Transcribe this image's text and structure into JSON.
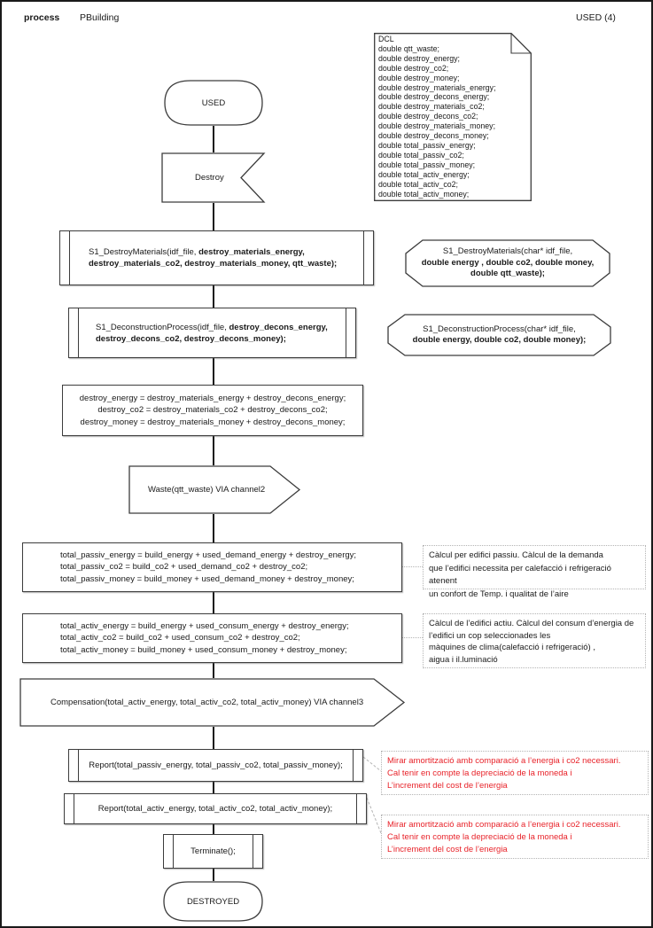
{
  "header": {
    "kind_label": "process",
    "process_name": "PBuilding",
    "usage_badge": "USED (4)"
  },
  "dcl": {
    "lines": [
      "DCL",
      "double qtt_waste;",
      "double destroy_energy;",
      "double destroy_co2;",
      "double destroy_money;",
      "double destroy_materials_energy;",
      "double destroy_decons_energy;",
      "double destroy_materials_co2;",
      "double destroy_decons_co2;",
      "double destroy_materials_money;",
      "double destroy_decons_money;",
      "double total_passiv_energy;",
      "double total_passiv_co2;",
      "double total_passiv_money;",
      "double total_activ_energy;",
      "double total_activ_co2;",
      "double total_activ_money;"
    ]
  },
  "shapes": {
    "start_state": "USED",
    "input_signal": "Destroy",
    "call_destroy_materials": {
      "seg_normal": "S1_DestroyMaterials(idf_file,",
      "seg_bold_1": "destroy_materials_energy,",
      "seg_bold_2": "destroy_materials_co2, destroy_materials_money, qtt_waste);"
    },
    "decl_destroy_materials": {
      "lines_normal": [
        "S1_DestroyMaterials(char* idf_file,"
      ],
      "lines_bold": [
        "double energy , double co2, double money,",
        "double qtt_waste);"
      ]
    },
    "call_deconstruction": {
      "seg_normal": "S1_DeconstructionProcess(idf_file,",
      "seg_bold_1": "destroy_decons_energy,",
      "seg_bold_2": "destroy_decons_co2, destroy_decons_money);"
    },
    "decl_deconstruction": {
      "lines_normal": [
        "S1_DeconstructionProcess(char* idf_file,"
      ],
      "lines_bold": [
        "double energy, double co2, double money);"
      ]
    },
    "task_destroy_totals": {
      "lines": [
        "destroy_energy = destroy_materials_energy + destroy_decons_energy;",
        "destroy_co2 = destroy_materials_co2 + destroy_decons_co2;",
        "destroy_money = destroy_materials_money + destroy_decons_money;"
      ]
    },
    "output_waste": "Waste(qtt_waste) VIA channel2",
    "task_total_passiv": {
      "lines": [
        "total_passiv_energy = build_energy + used_demand_energy + destroy_energy;",
        "total_passiv_co2 = build_co2 + used_demand_co2 + destroy_co2;",
        "total_passiv_money =  build_money + used_demand_money + destroy_money;"
      ]
    },
    "task_total_activ": {
      "lines": [
        "total_activ_energy = build_energy + used_consum_energy + destroy_energy;",
        "total_activ_co2 =  build_co2 + used_consum_co2 + destroy_co2;",
        "total_activ_money = build_money + used_consum_money + destroy_money;"
      ]
    },
    "output_compensation": "Compensation(total_activ_energy, total_activ_co2, total_activ_money) VIA channel3",
    "call_report_passiv": "Report(total_passiv_energy, total_passiv_co2, total_passiv_money);",
    "call_report_activ": "Report(total_activ_energy, total_activ_co2, total_activ_money);",
    "call_terminate": "Terminate();",
    "end_state": "DESTROYED"
  },
  "annotations": {
    "passiv_note": {
      "lines": [
        "Càlcul per edifici passiu. Càlcul de la demanda",
        "que l’edifici necessita per calefacció i refrigeració atenent",
        "un confort de Temp.  i qualitat de l’aire"
      ]
    },
    "activ_note": {
      "lines": [
        "Càlcul de l’edifici actiu. Càlcul del consum d’energia de",
        "l’edifici un cop seleccionades les",
        "màquines de clima(calefacció i refrigeració) ,",
        "aigua i il.luminació"
      ]
    },
    "report_passiv_note": {
      "lines": [
        "Mirar amortització amb comparació a l’energia i co2 necessari.",
        "Cal tenir en compte la depreciació de la moneda i",
        "L’increment del cost de l’energia"
      ]
    },
    "report_activ_note": {
      "lines": [
        "Mirar amortització amb comparació a l’energia i co2 necessari.",
        "Cal tenir en compte la depreciació de la moneda i",
        "L’increment del cost de l’energia"
      ]
    }
  },
  "colors": {
    "red_note": "#e8232a",
    "shape_border": "#3c3c3c",
    "note_border": "#b4b4b4"
  }
}
